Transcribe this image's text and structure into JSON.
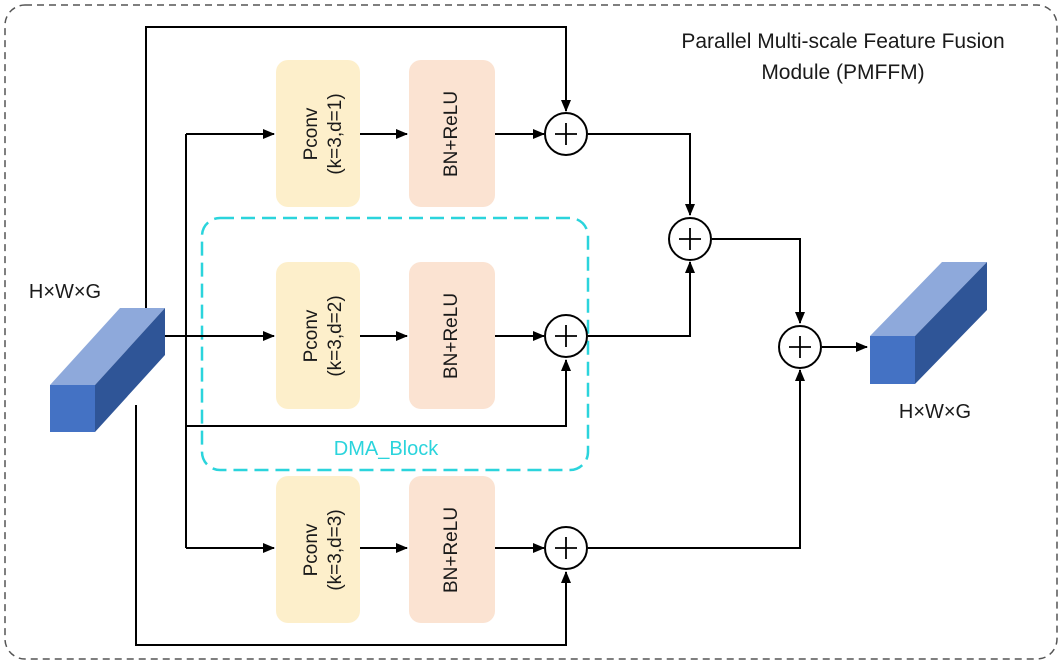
{
  "module": {
    "title_line1": "Parallel Multi-scale Feature Fusion",
    "title_line2": "Module (PMFFM)"
  },
  "input": {
    "label": "H×W×G"
  },
  "output": {
    "label": "H×W×G"
  },
  "dma_block": {
    "label": "DMA_Block",
    "color": "#2bd4dc"
  },
  "branches": [
    {
      "conv_line1": "Pconv",
      "conv_line2": "(k=3,d=1)",
      "bn": "BN+ReLU"
    },
    {
      "conv_line1": "Pconv",
      "conv_line2": "(k=3,d=2)",
      "bn": "BN+ReLU"
    },
    {
      "conv_line1": "Pconv",
      "conv_line2": "(k=3,d=3)",
      "bn": "BN+ReLU"
    }
  ],
  "colors": {
    "conv_fill": "#fdefcb",
    "bn_fill": "#fbe3d2",
    "cube_front": "#4472c4",
    "cube_top": "#8ea9db",
    "cube_side": "#2f5597",
    "border": "#555555"
  }
}
